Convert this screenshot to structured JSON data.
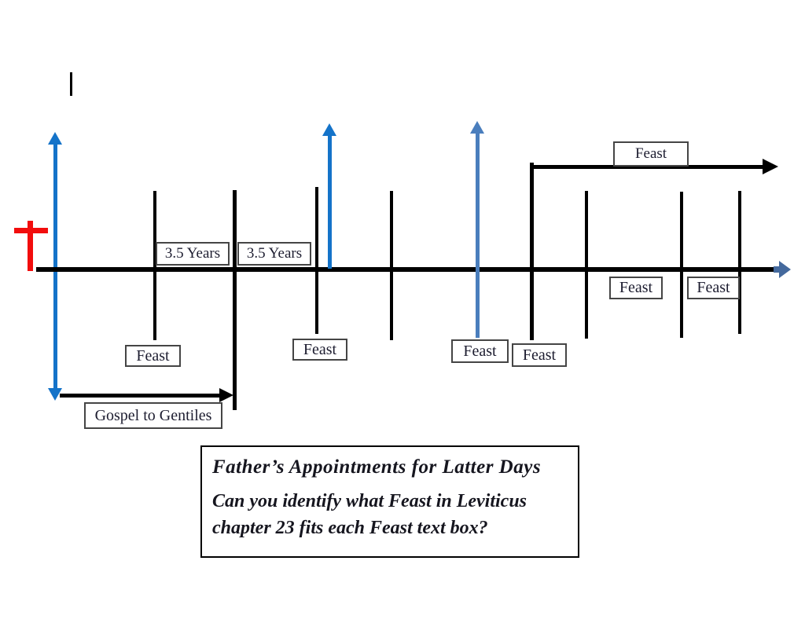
{
  "labels": {
    "feast": "Feast",
    "years_first": "3.5 Years",
    "years_second": "3.5 Years",
    "gospel_to_gentiles": "Gospel to Gentiles"
  },
  "title_box": {
    "heading": "Father’s Appointments for Latter Days",
    "question_line1": "Can you identify what Feast in Leviticus",
    "question_line2": "chapter 23 fits each Feast text box?"
  },
  "colors": {
    "bright_blue_arrows": "#1473c9",
    "muted_blue_arrow": "#4a7ebd",
    "timeline_arrowhead_blue": "#44699d",
    "cross_red": "#f20d0d",
    "lines_black": "#000000",
    "background": "#ffffff"
  }
}
